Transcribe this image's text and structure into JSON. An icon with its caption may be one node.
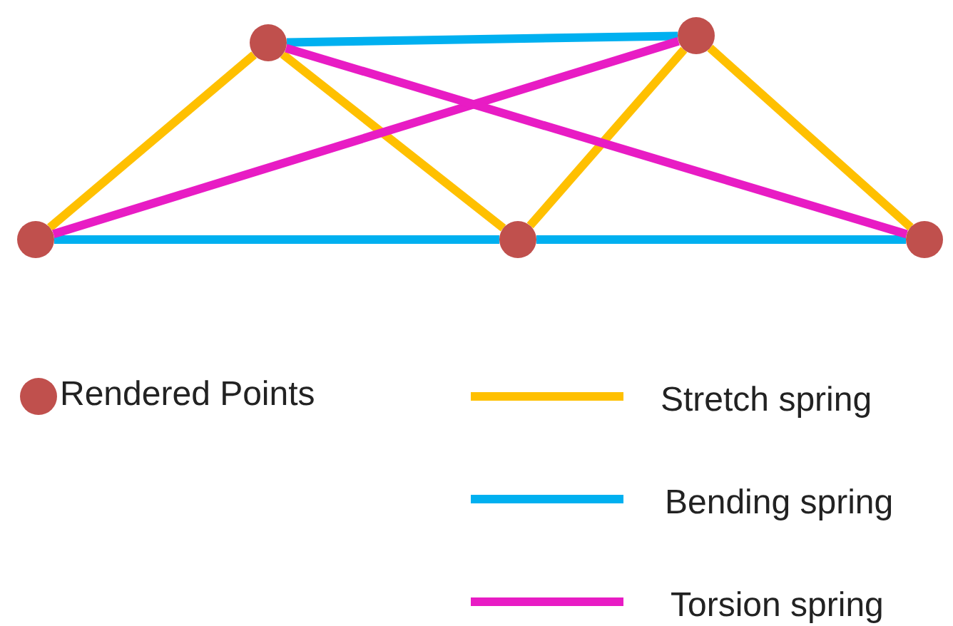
{
  "diagram": {
    "nodes": [
      {
        "text": [],
        "shape": "circle"
      },
      {
        "text": [],
        "shape": "circle"
      },
      {
        "text": [],
        "shape": "circle"
      },
      {
        "text": [],
        "shape": "circle"
      },
      {
        "text": [],
        "shape": "circle"
      }
    ],
    "edges": [
      {
        "from": 0,
        "to": 1,
        "arrow": "none",
        "color": "#ffc000"
      },
      {
        "from": 1,
        "to": 2,
        "arrow": "none",
        "color": "#ffc000"
      },
      {
        "from": 2,
        "to": 3,
        "arrow": "none",
        "color": "#ffc000"
      },
      {
        "from": 3,
        "to": 4,
        "arrow": "none",
        "color": "#ffc000"
      },
      {
        "from": 1,
        "to": 3,
        "arrow": "none",
        "color": "#00b0f0"
      },
      {
        "from": 0,
        "to": 2,
        "arrow": "none",
        "color": "#00b0f0"
      },
      {
        "from": 2,
        "to": 4,
        "arrow": "none",
        "color": "#00b0f0"
      },
      {
        "from": 0,
        "to": 3,
        "arrow": "none",
        "color": "#e81cc4"
      },
      {
        "from": 1,
        "to": 4,
        "arrow": "none",
        "color": "#e81cc4"
      }
    ],
    "legend": [
      {
        "text": "Rendered Points",
        "color": "#c0504d"
      },
      {
        "text": "Stretch spring",
        "color": "#ffc000"
      },
      {
        "text": "Bending spring",
        "color": "#00b0f0"
      },
      {
        "text": "Torsion spring",
        "color": "#e81cc4"
      }
    ]
  }
}
